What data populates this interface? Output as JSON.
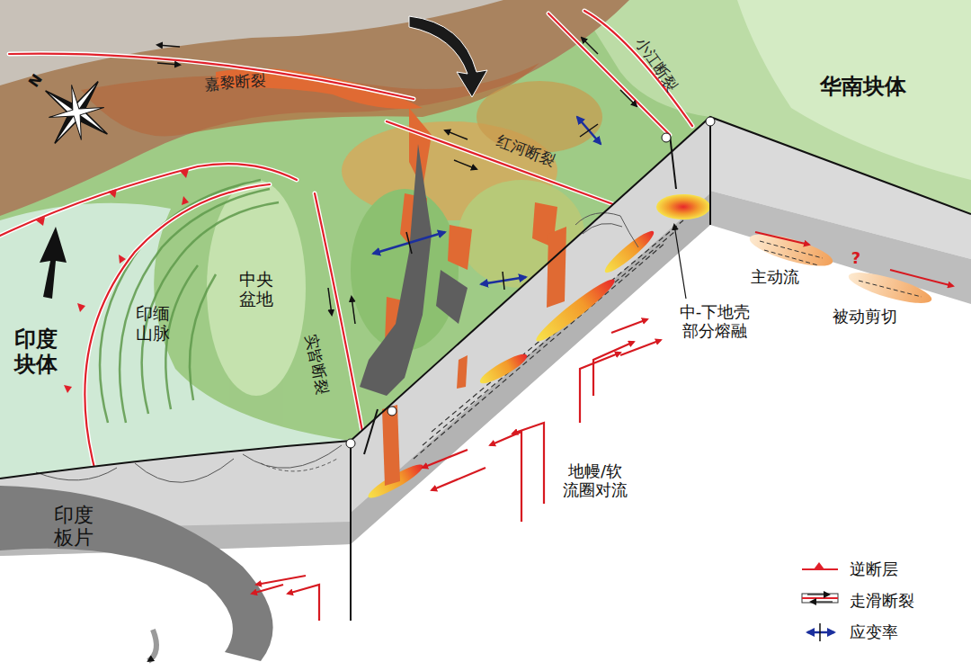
{
  "diagram": {
    "labels": [
      "N",
      "嘉黎断裂",
      "小江断裂",
      "华南块体",
      "红河断裂",
      "印缅 山脉",
      "中央 盆地",
      "实皆断裂",
      "印度 块体",
      "主动流",
      "?",
      "被动剪切",
      "中-下地壳 部分熔融",
      "地幔/软 流圈对流",
      "印度 板片"
    ],
    "legend": [
      {
        "text": "逆断层"
      },
      {
        "text": "走滑断裂"
      },
      {
        "text": "应变率"
      }
    ]
  }
}
